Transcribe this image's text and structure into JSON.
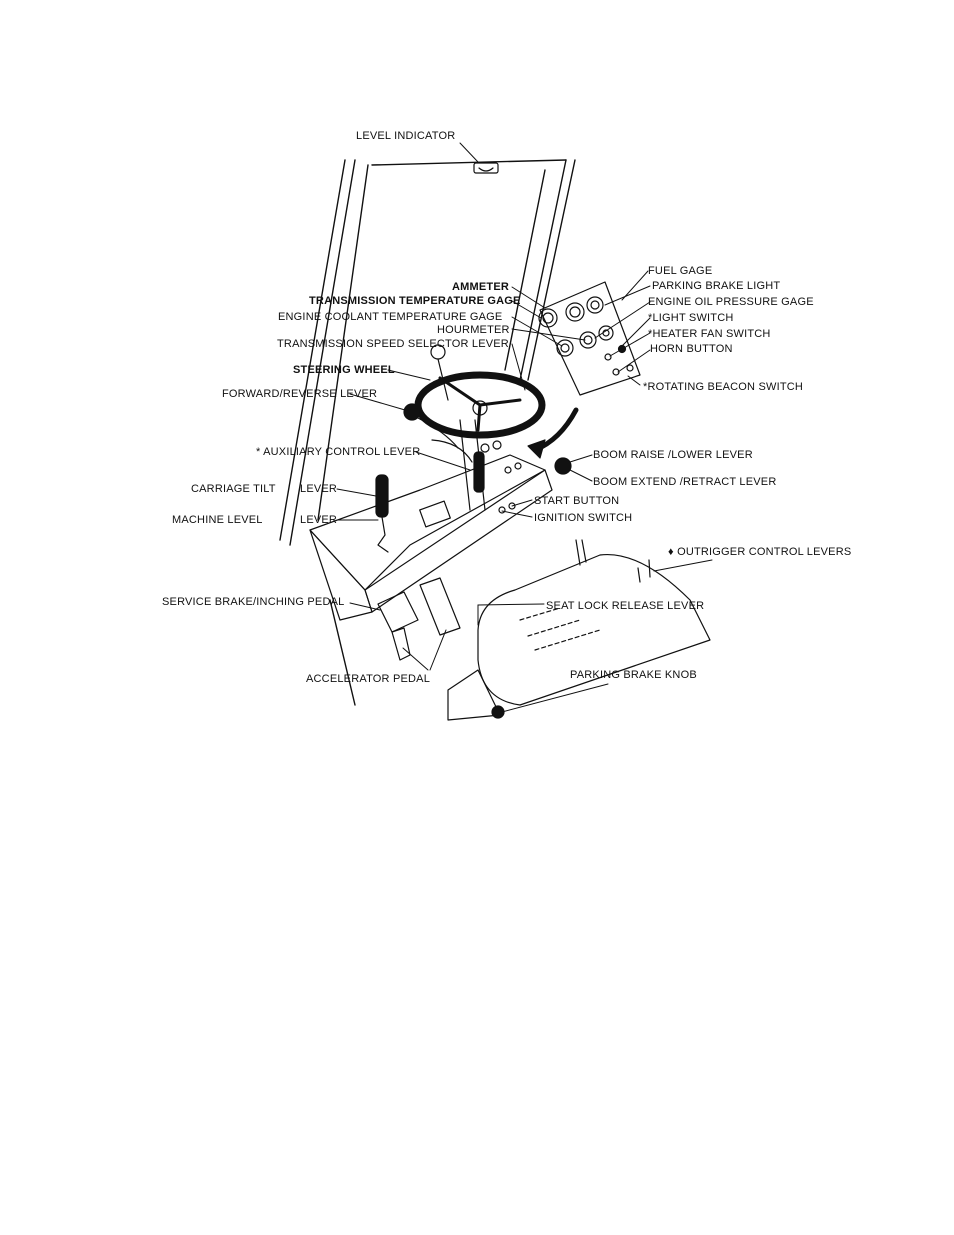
{
  "labels": {
    "level_indicator": "LEVEL INDICATOR",
    "fuel_gage": "FUEL GAGE",
    "ammeter": "AMMETER",
    "parking_brake_light": "PARKING BRAKE LIGHT",
    "transmission_temperature_gage": "TRANSMISSION TEMPERATURE GAGE",
    "engine_oil_pressure_gage": "ENGINE OIL PRESSURE GAGE",
    "engine_coolant_temperature_gage": "ENGINE COOLANT TEMPERATURE GAGE",
    "light_switch": "*LIGHT SWITCH",
    "hourmeter": "HOURMETER",
    "heater_fan_switch": "*HEATER FAN SWITCH",
    "transmission_speed_selector_lever": "TRANSMISSION SPEED SELECTOR LEVER",
    "horn_button": "HORN BUTTON",
    "steering_wheel": "STEERING WHEEL",
    "rotating_beacon_switch": "*ROTATING BEACON SWITCH",
    "forward_reverse_lever": "FORWARD/REVERSE LEVER",
    "auxiliary_control_lever": "* AUXILIARY CONTROL LEVER",
    "boom_raise_lower_lever": "BOOM RAISE /LOWER LEVER",
    "boom_extend_retract_lever": "BOOM EXTEND /RETRACT LEVER",
    "carriage_tilt": "CARRIAGE TILT",
    "lever_1": "LEVER",
    "start_button": "START BUTTON",
    "machine_level": "MACHINE LEVEL",
    "lever_2": "LEVER",
    "ignition_switch": "IGNITION SWITCH",
    "outrigger_control_levers": "♦ OUTRIGGER CONTROL LEVERS",
    "service_brake_inching_pedal": "SERVICE BRAKE/INCHING PEDAL",
    "seat_lock_release_lever": "SEAT LOCK RELEASE LEVER",
    "parking_brake_knob": "PARKING BRAKE KNOB",
    "accelerator_pedal": "ACCELERATOR PEDAL"
  }
}
